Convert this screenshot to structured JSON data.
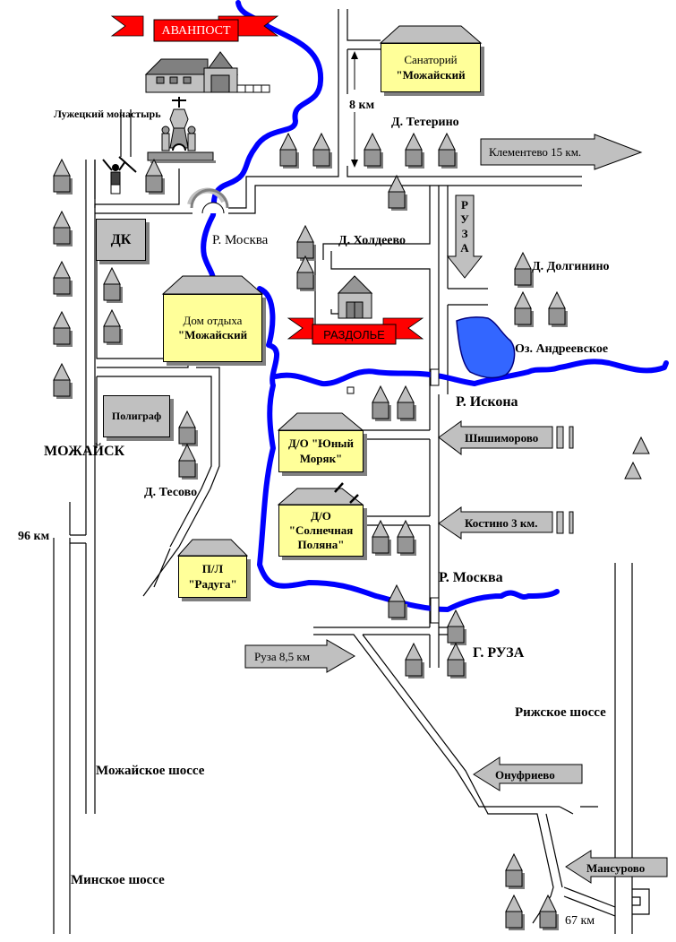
{
  "map_title": "Можайск — Руза",
  "colors": {
    "river": "#0000ff",
    "lake": "#3366ff",
    "lake_border": "#000080",
    "building_fill": "#ffff99",
    "roof_fill": "#c0c0c0",
    "house_body": "#969696",
    "house_roof": "#c0c0c0",
    "banner_red": "#ff0000",
    "arrow_fill": "#c0c0c0",
    "shadow": "#808080"
  },
  "banners": {
    "avanpost": "АВАНПОСТ",
    "razdolye": "РАЗДОЛЬЕ"
  },
  "buildings": {
    "sanatorium": {
      "line1": "Санаторий",
      "line2": "\"Можайский"
    },
    "dom_otdykha": {
      "line1": "Дом отдыха",
      "line2": "\"Можайский"
    },
    "yuny_moryak": {
      "line1": "Д/О \"Юный",
      "line2": "Моряк\""
    },
    "solnechnaya": {
      "line1": "Д/О",
      "line2": "\"Солнечная",
      "line3": "Поляна\""
    },
    "raduga": {
      "line1": "П/Л",
      "line2": "\"Радуга\""
    },
    "dk": "ДК",
    "poligraf": "Полиграф"
  },
  "labels": {
    "monastery": "Лужецкий монастырь",
    "distance_8km": "8 км",
    "teterino": "Д. Тетерино",
    "moskva_river_1": "Р. Москва",
    "kholdeevo": "Д. Холдеево",
    "dolginino": "Д. Долгинино",
    "lake": "Оз. Андреевское",
    "iskona": "Р. Искона",
    "mozhaisk": "МОЖАЙСК",
    "tesovo": "Д. Тесово",
    "km96": "96 км",
    "moskva_river_2": "Р. Москва",
    "ruza_town": "Г. РУЗА",
    "rizhskoe": "Рижское шоссе",
    "mozhaiskoe": "Можайское шоссе",
    "minskoe": "Минское шоссе",
    "km67": "67 км"
  },
  "direction_arrows": {
    "klementevo": "Клементево 15 км.",
    "ruza_down": [
      "Р",
      "У",
      "З",
      "А"
    ],
    "shishimorovo": "Шишиморово",
    "kostino": "Костино 3 км.",
    "ruza_85": "Руза 8,5 км",
    "onufrievo": "Онуфриево",
    "mansurovo": "Мансурово"
  }
}
